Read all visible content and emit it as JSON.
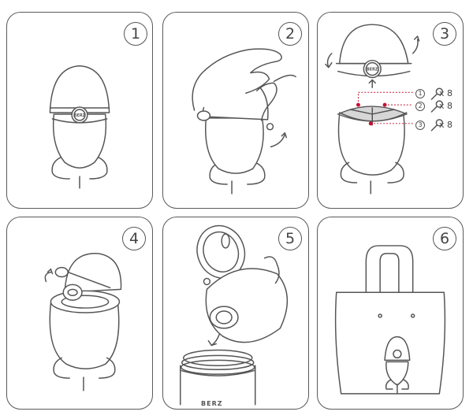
{
  "steps": [
    {
      "number": "1"
    },
    {
      "number": "2"
    },
    {
      "number": "3"
    },
    {
      "number": "4"
    },
    {
      "number": "5"
    },
    {
      "number": "6"
    }
  ],
  "brand_label": "BERZ",
  "callouts": [
    {
      "index": "1",
      "quantity": "x 8"
    },
    {
      "index": "2",
      "quantity": "x 8"
    },
    {
      "index": "3",
      "quantity": "x 8"
    }
  ],
  "colors": {
    "stroke": "#555555",
    "marker": "#c8102e",
    "tray": "#d6d6d6"
  },
  "icons": [
    "arrow-rotate-left-icon",
    "arrow-rotate-right-icon",
    "arrow-up-icon",
    "arrow-down-icon",
    "key-icon"
  ]
}
